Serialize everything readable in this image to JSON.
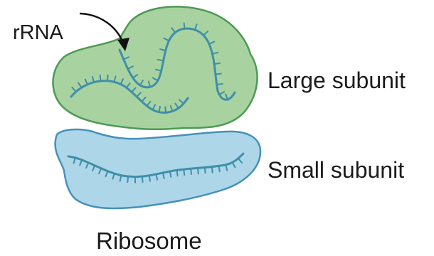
{
  "labels": {
    "rrna": "rRNA",
    "large_subunit": "Large subunit",
    "small_subunit": "Small subunit",
    "title": "Ribosome"
  },
  "colors": {
    "large_fill": "#a8d3a0",
    "large_stroke": "#4d9a56",
    "small_fill": "#add6e8",
    "small_stroke": "#4591b8",
    "rrna_strand": "#3f8fa9",
    "arrow": "#111111",
    "text": "#1b1b1b"
  }
}
